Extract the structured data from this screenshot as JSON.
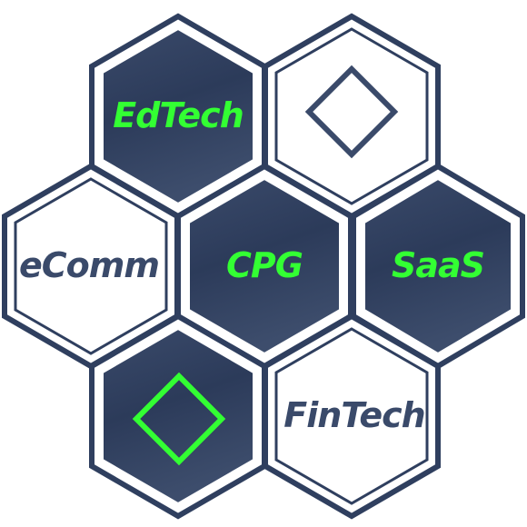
{
  "colors": {
    "dark_fill": "#2f3f5f",
    "dark_fill_light": "#4a5a78",
    "outline": "#2f3f5f",
    "light_fill": "#ffffff",
    "accent_green": "#33ff33",
    "navy_text": "#3a4a6a"
  },
  "tiles": {
    "edtech": {
      "label": "EdTech",
      "style": "dark"
    },
    "diamond_top": {
      "icon": "diamond-outline-icon",
      "style": "light"
    },
    "ecomm": {
      "label": "eComm",
      "style": "light"
    },
    "cpg": {
      "label": "CPG",
      "style": "dark"
    },
    "saas": {
      "label": "SaaS",
      "style": "dark"
    },
    "diamond_bottom": {
      "icon": "diamond-outline-icon",
      "style": "dark"
    },
    "fintech": {
      "label": "FinTech",
      "style": "light"
    }
  }
}
